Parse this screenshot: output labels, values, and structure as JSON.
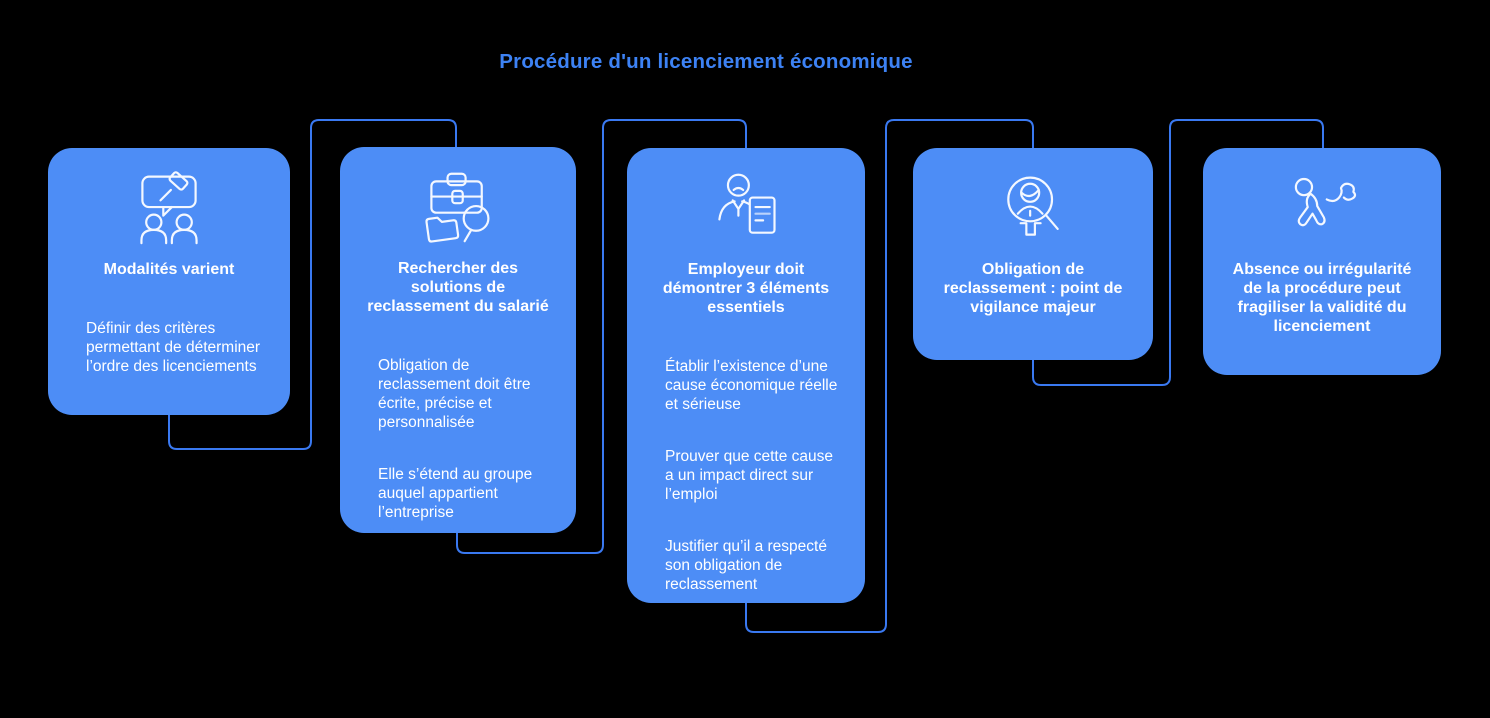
{
  "title": "Procédure d'un licenciement économique",
  "colors": {
    "background": "#000000",
    "card_fill": "#4D8DF6",
    "connector_line": "#3A79F1",
    "title_text": "#3D82F4",
    "card_text": "#FFFFFF"
  },
  "cards": [
    {
      "icon": "discussion-gavel-icon",
      "heading": "Modalités varient",
      "body": [
        "Définir des critères permettant de déterminer l’ordre des licenciements"
      ]
    },
    {
      "icon": "briefcase-search-icon",
      "heading": "Rechercher des solutions de reclassement du salarié",
      "body": [
        "Obligation de reclassement doit être écrite, précise et personnalisée",
        "Elle s’étend au groupe auquel appartient l’entreprise"
      ]
    },
    {
      "icon": "employer-document-icon",
      "heading": "Employeur doit démontrer 3 éléments essentiels",
      "body": [
        "Établir l’existence d’une cause économique réelle et sérieuse",
        "Prouver que cette cause a un impact direct sur l’emploi",
        "Justifier qu’il a respecté son obligation de reclassement"
      ]
    },
    {
      "icon": "magnifier-person-icon",
      "heading": "Obligation de reclassement : point de vigilance majeur",
      "body": []
    },
    {
      "icon": "person-leaving-icon",
      "heading": "Absence ou irrégularité de la procédure peut fragiliser la validité du licenciement",
      "body": []
    }
  ]
}
